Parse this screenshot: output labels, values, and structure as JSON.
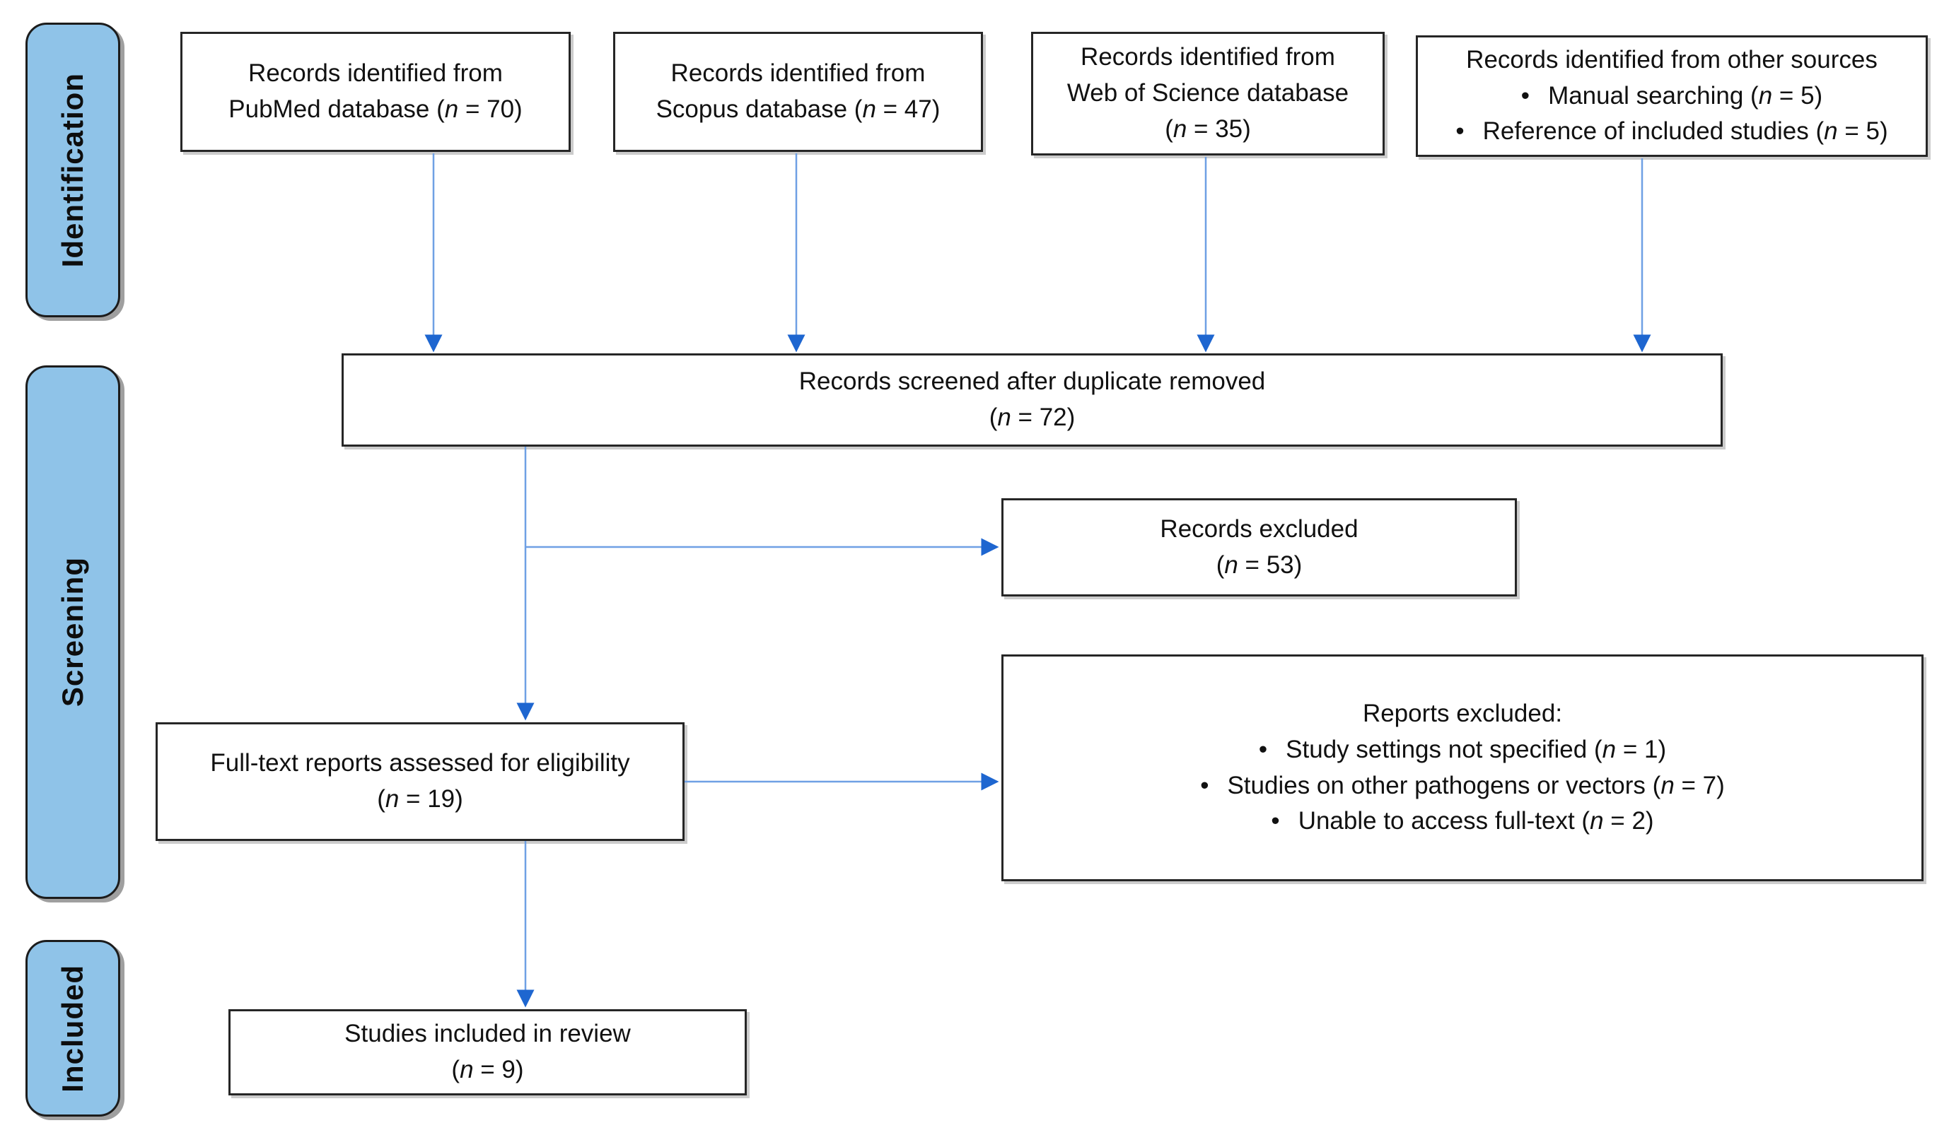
{
  "figure": {
    "type": "prisma-flow-diagram",
    "description_visible": false
  },
  "colors": {
    "stage_fill": "#8FC3E8",
    "arrow_line": "#6FA0E4",
    "arrow_head": "#1E66D0",
    "box_border": "#262626",
    "text": "#111111"
  },
  "ui": {
    "bullet": "•"
  },
  "sidebar": {
    "stages": [
      {
        "label": "Identification"
      },
      {
        "label": "Screening"
      },
      {
        "label": "Included"
      }
    ]
  },
  "boxes": {
    "pubmed": {
      "lines": [
        "Records identified from",
        "PubMed database (n = 70)"
      ]
    },
    "scopus": {
      "lines": [
        "Records identified from",
        "Scopus database (n = 47)"
      ]
    },
    "wos": {
      "lines": [
        "Records identified from",
        "Web of Science database",
        "(n = 35)"
      ]
    },
    "other": {
      "title": "Records identified from other sources",
      "bullets": [
        "Manual searching (n = 5)",
        "Reference of included studies (n = 5)"
      ]
    },
    "screened": {
      "lines": [
        "Records screened after duplicate removed",
        "(n = 72)"
      ]
    },
    "records_excluded": {
      "lines": [
        "Records excluded",
        "(n = 53)"
      ]
    },
    "fulltext": {
      "lines": [
        "Full-text reports assessed for eligibility",
        "(n = 19)"
      ]
    },
    "reports_excluded": {
      "title": "Reports excluded:",
      "bullets": [
        "Study settings not specified (n = 1)",
        "Studies on other pathogens or vectors (n = 7)",
        "Unable to access full-text (n = 2)"
      ]
    },
    "included": {
      "lines": [
        "Studies included in review",
        "(n = 9)"
      ]
    }
  }
}
